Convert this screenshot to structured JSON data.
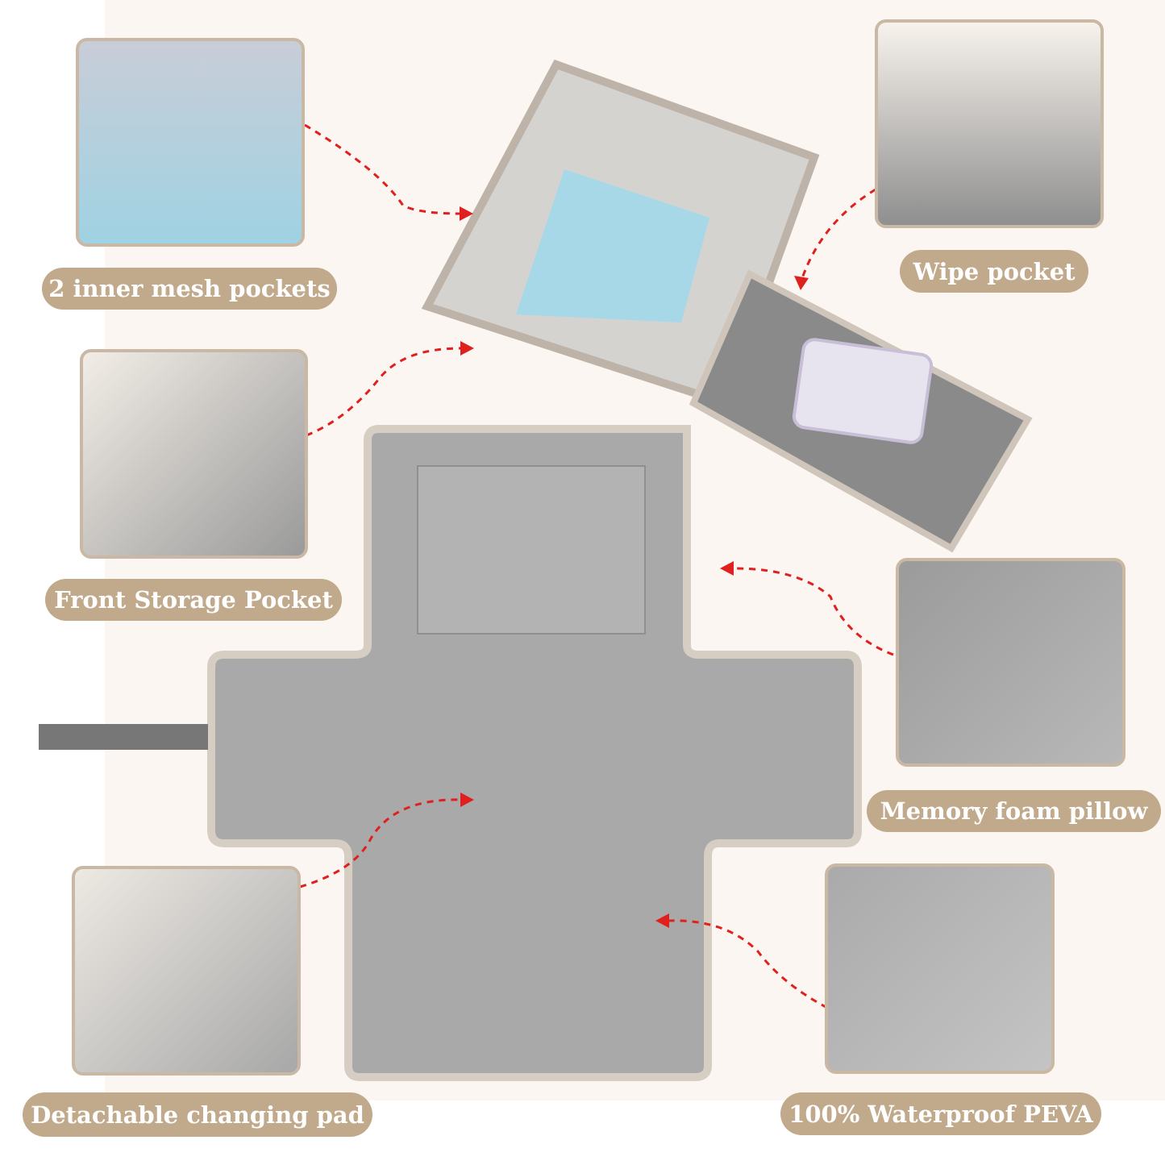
{
  "labels": {
    "mesh_pockets": "2 inner mesh pockets",
    "front_pocket": "Front Storage Pocket",
    "changing_pad": "Detachable changing pad",
    "wipe_pocket": "Wipe pocket",
    "memory_foam": "Memory foam pillow",
    "waterproof": "100% Waterproof PEVA"
  },
  "colors": {
    "label_bg": "#c1a98c",
    "frame": "#c9b8a3",
    "arrow": "#e0201e",
    "mat": "#a9a9a9",
    "background": "#fbf6f1"
  }
}
